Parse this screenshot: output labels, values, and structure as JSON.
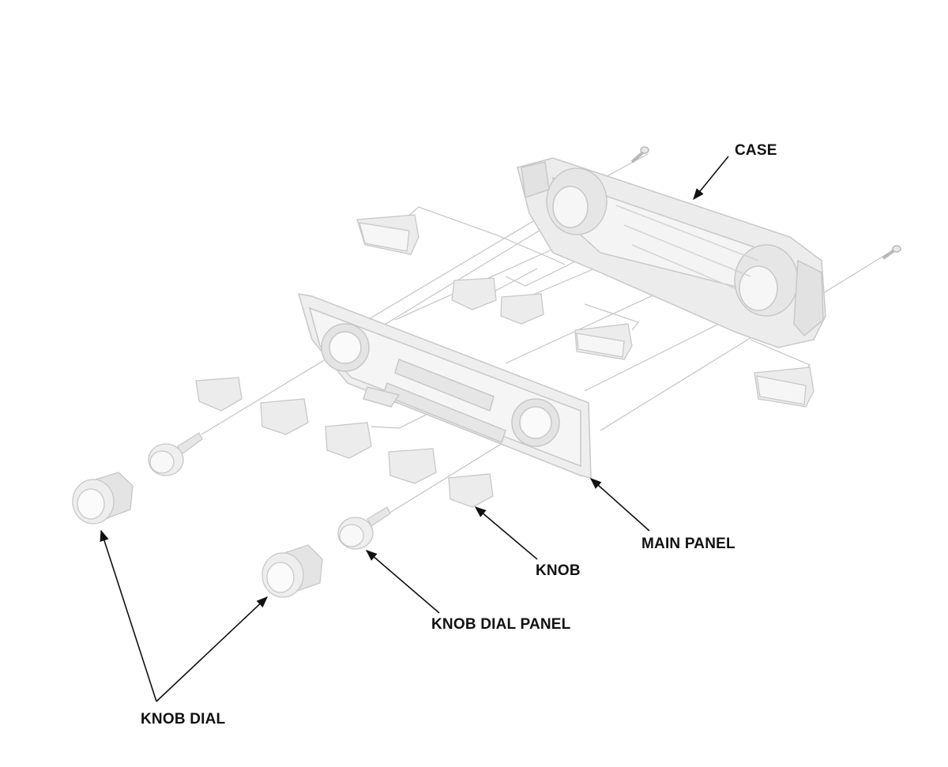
{
  "labels": {
    "case": "CASE",
    "main_panel": "MAIN PANEL",
    "knob": "KNOB",
    "knob_dial_panel": "KNOB DIAL PANEL",
    "knob_dial": "KNOB DIAL"
  },
  "colors": {
    "part_fill": "#ececec",
    "part_face": "#f6f6f6",
    "part_edge": "#c8c8c8",
    "part_shadow": "#dadada",
    "leader": "#bdbdbd",
    "arrow": "#111111"
  }
}
